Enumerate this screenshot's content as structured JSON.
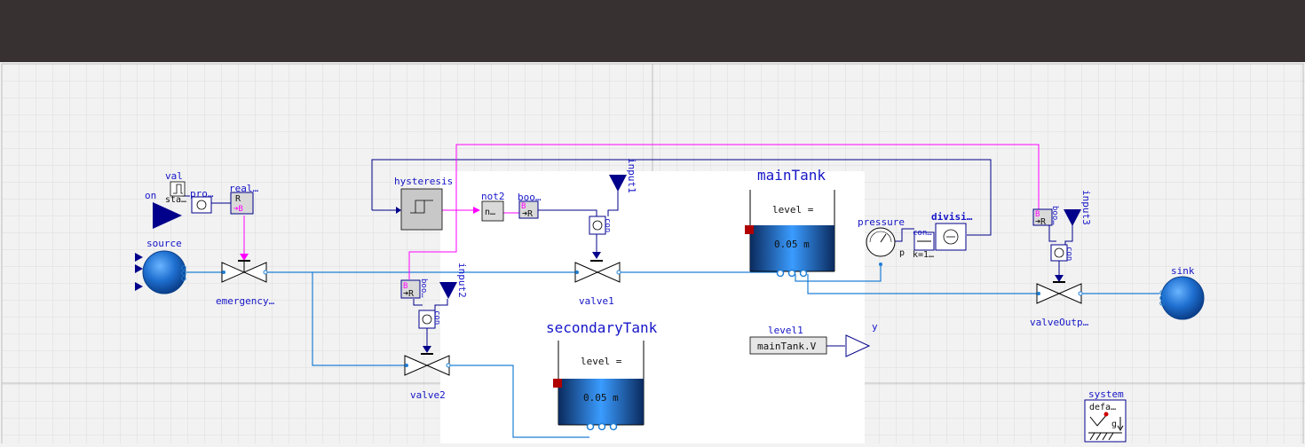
{
  "components": {
    "on": "on",
    "val": "val",
    "sta": "sta…",
    "pro": "pro…",
    "real": "real…",
    "real_R": "R",
    "real_B": "➜B",
    "source": "source",
    "emergency": "emergency…",
    "hysteresis": "hysteresis",
    "not2": "not2",
    "not2_body": "n…",
    "boo1": "boo…",
    "boo1_B": "B",
    "boo1_R": "➜R",
    "input1": "input1",
    "input2": "input2",
    "input3": "input3",
    "boo2": "boo…",
    "boo2_B": "B",
    "boo2_R": "➜R",
    "boo3": "boo…",
    "boo3_B": "B",
    "boo3_R": "➜R",
    "con_a": "con",
    "con_b": "con",
    "con_c": "con",
    "valve1": "valve1",
    "valve2": "valve2",
    "mainTank": "mainTank",
    "mainTank_level": "level =",
    "mainTank_value": "0.05 m",
    "secondaryTank": "secondaryTank",
    "secondaryTank_level": "level =",
    "secondaryTank_value": "0.05 m",
    "pressure": "pressure",
    "pressure_p": "p",
    "con_top": "con…",
    "k_label": "k=1…",
    "division": "divisi…",
    "level1": "level1",
    "level1_expr": "mainTank.V",
    "y": "y",
    "sink": "sink",
    "valveOutput": "valveOutp…",
    "system": "system",
    "system_body": "defa…",
    "system_g": "g"
  },
  "colors": {
    "topbar": "#383131",
    "canvas": "#f2f2f2",
    "grid": "#dcdcdc",
    "fluid_line": "#1e7fd6",
    "signal_line": "#00008b",
    "boolean_line": "#ff00ff",
    "label": "#1515c8"
  }
}
